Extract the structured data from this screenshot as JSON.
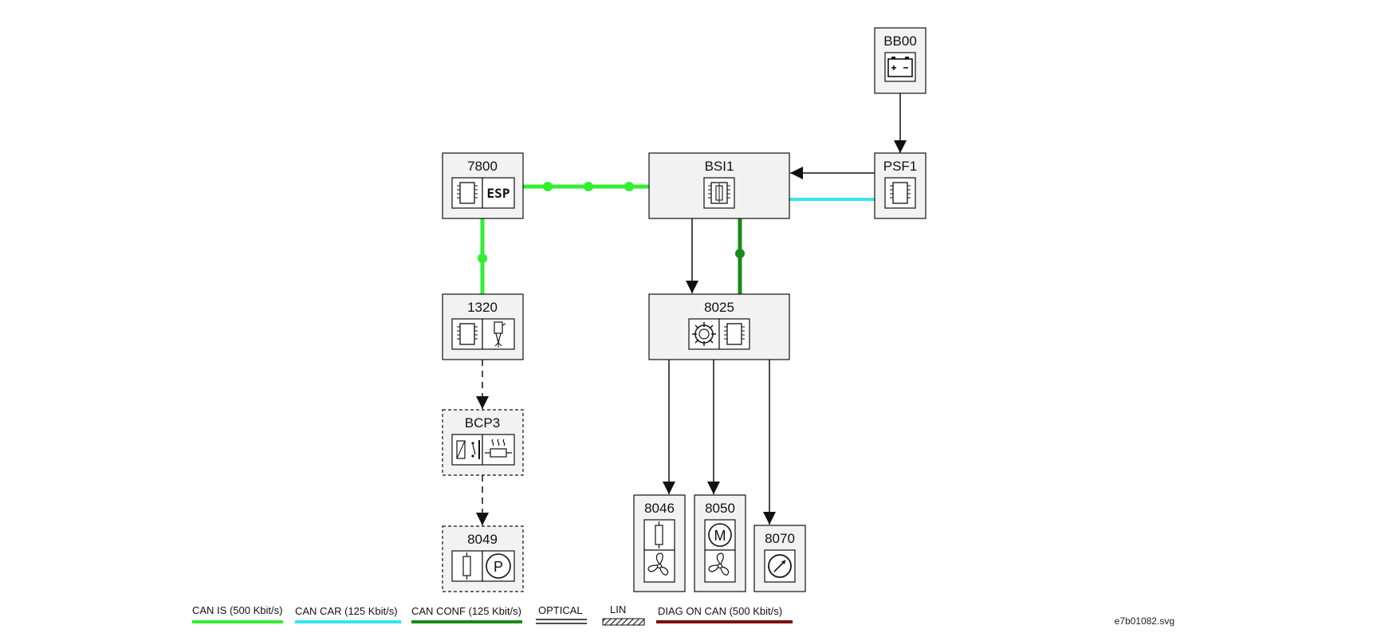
{
  "nodes": {
    "bb00": "BB00",
    "bsi1": "BSI1",
    "psf1": "PSF1",
    "n7800": "7800",
    "n1320": "1320",
    "n8025": "8025",
    "bcp3": "BCP3",
    "n8049": "8049",
    "n8046": "8046",
    "n8050": "8050",
    "n8070": "8070",
    "esp_text": "ESP",
    "motor_letter": "M",
    "pump_letter": "P"
  },
  "legend": {
    "can_is": "CAN IS (500 Kbit/s)",
    "can_car": "CAN CAR (125 Kbit/s)",
    "can_conf": "CAN CONF (125 Kbit/s)",
    "optical": "OPTICAL",
    "lin": "LIN",
    "diag": "DIAG ON CAN  (500 Kbit/s)"
  },
  "colors": {
    "can_is": "#33ee33",
    "can_car": "#33e6f0",
    "can_conf": "#1a8a1a",
    "diag": "#7a1010",
    "box_fill": "#f2f2f2"
  },
  "filename": "e7b01082.svg"
}
